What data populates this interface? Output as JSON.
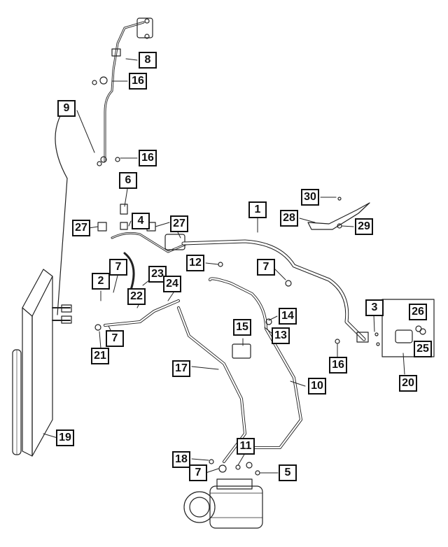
{
  "diagram": {
    "description_free": true,
    "callouts": [
      {
        "id": "c1",
        "label": "1"
      },
      {
        "id": "c2",
        "label": "2"
      },
      {
        "id": "c3",
        "label": "3"
      },
      {
        "id": "c4",
        "label": "4"
      },
      {
        "id": "c5",
        "label": "5"
      },
      {
        "id": "c6",
        "label": "6"
      },
      {
        "id": "c7a",
        "label": "7"
      },
      {
        "id": "c7b",
        "label": "7"
      },
      {
        "id": "c7c",
        "label": "7"
      },
      {
        "id": "c7d",
        "label": "7"
      },
      {
        "id": "c8",
        "label": "8"
      },
      {
        "id": "c9",
        "label": "9"
      },
      {
        "id": "c10",
        "label": "10"
      },
      {
        "id": "c11",
        "label": "11"
      },
      {
        "id": "c12",
        "label": "12"
      },
      {
        "id": "c13",
        "label": "13"
      },
      {
        "id": "c14",
        "label": "14"
      },
      {
        "id": "c15",
        "label": "15"
      },
      {
        "id": "c16a",
        "label": "16"
      },
      {
        "id": "c16b",
        "label": "16"
      },
      {
        "id": "c16c",
        "label": "16"
      },
      {
        "id": "c17",
        "label": "17"
      },
      {
        "id": "c18",
        "label": "18"
      },
      {
        "id": "c19",
        "label": "19"
      },
      {
        "id": "c20",
        "label": "20"
      },
      {
        "id": "c21",
        "label": "21"
      },
      {
        "id": "c22",
        "label": "22"
      },
      {
        "id": "c23",
        "label": "23"
      },
      {
        "id": "c24",
        "label": "24"
      },
      {
        "id": "c25",
        "label": "25"
      },
      {
        "id": "c26",
        "label": "26"
      },
      {
        "id": "c27a",
        "label": "27"
      },
      {
        "id": "c27b",
        "label": "27"
      },
      {
        "id": "c28",
        "label": "28"
      },
      {
        "id": "c29",
        "label": "29"
      },
      {
        "id": "c30",
        "label": "30"
      }
    ],
    "line_color": "#222222",
    "callout_border_color": "#111111"
  }
}
